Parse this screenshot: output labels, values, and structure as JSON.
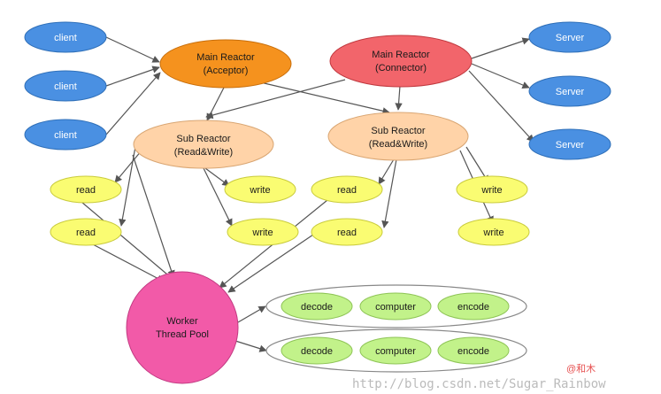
{
  "colors": {
    "client": "#4a90e2",
    "server": "#4a90e2",
    "main_acceptor": "#f5921e",
    "main_connector": "#f2656b",
    "sub_reactor": "#ffd3a8",
    "read_write": "#fafc72",
    "worker": "#f25aa8",
    "pipeline_task": "#c2f28a",
    "arrow": "#555555",
    "watermark": "#bbbbbb",
    "watermark_logo": "#e65050"
  },
  "clients": [
    "client",
    "client",
    "client"
  ],
  "main_acceptor": {
    "line1": "Main Reactor",
    "line2": "(Acceptor)"
  },
  "main_connector": {
    "line1": "Main Reactor",
    "line2": "(Connector)"
  },
  "servers": [
    "Server",
    "Server",
    "Server"
  ],
  "sub_left": {
    "line1": "Sub Reactor",
    "line2": "(Read&Write)"
  },
  "sub_right": {
    "line1": "Sub Reactor",
    "line2": "(Read&Write)"
  },
  "io_nodes": {
    "left_read_1": "read",
    "left_read_2": "read",
    "left_write_1": "write",
    "left_write_2": "write",
    "mid_read_1": "read",
    "mid_read_2": "read",
    "right_write_1": "write",
    "right_write_2": "write"
  },
  "worker": {
    "line1": "Worker",
    "line2": "Thread Pool"
  },
  "pipelines": [
    [
      "decode",
      "computer",
      "encode"
    ],
    [
      "decode",
      "computer",
      "encode"
    ]
  ],
  "watermark": {
    "logo": "@和木",
    "url": "http://blog.csdn.net/Sugar_Rainbow"
  }
}
